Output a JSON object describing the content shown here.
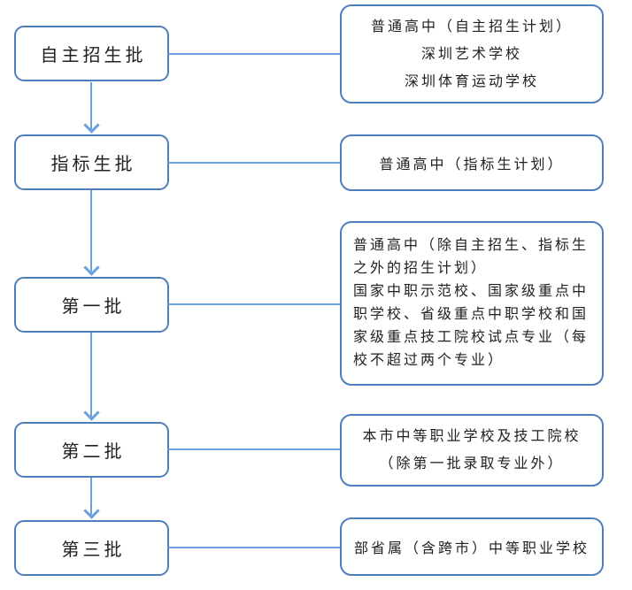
{
  "diagram": {
    "colors": {
      "border": "#4e7ebb",
      "connector": "#6aa0db",
      "text": "#212121",
      "background": "#ffffff"
    },
    "rows": [
      {
        "batch": "自主招生批",
        "targets": [
          "普通高中（自主招生计划）",
          "深圳艺术学校",
          "深圳体育运动学校"
        ]
      },
      {
        "batch": "指标生批",
        "targets": [
          "普通高中（指标生计划）"
        ]
      },
      {
        "batch": "第一批",
        "targets": [
          "普通高中（除自主招生、指标生",
          "之外的招生计划）",
          "国家中职示范校、国家级重点中",
          "职学校、省级重点中职学校和国",
          "家级重点技工院校试点专业（每",
          "校不超过两个专业）"
        ]
      },
      {
        "batch": "第二批",
        "targets": [
          "本市中等职业学校及技工院校",
          "（除第一批录取专业外）"
        ]
      },
      {
        "batch": "第三批",
        "targets": [
          "部省属（含跨市）中等职业学校"
        ]
      }
    ]
  }
}
